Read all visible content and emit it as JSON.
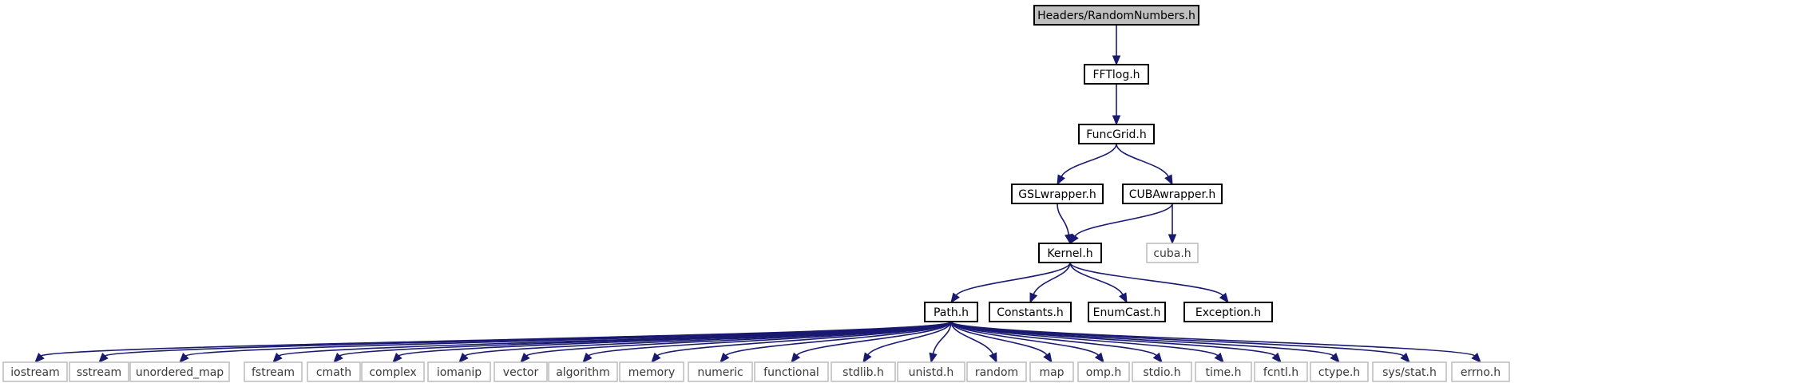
{
  "graph": {
    "root": {
      "id": "root",
      "label": "Headers/RandomNumbers.h"
    },
    "nodes": [
      {
        "id": "fftlog",
        "label": "FFTlog.h"
      },
      {
        "id": "funcgrid",
        "label": "FuncGrid.h"
      },
      {
        "id": "gslwrapper",
        "label": "GSLwrapper.h"
      },
      {
        "id": "cubawrapper",
        "label": "CUBAwrapper.h"
      },
      {
        "id": "cuba",
        "label": "cuba.h",
        "system": true
      },
      {
        "id": "kernel",
        "label": "Kernel.h"
      },
      {
        "id": "path",
        "label": "Path.h"
      },
      {
        "id": "constants",
        "label": "Constants.h"
      },
      {
        "id": "enumcast",
        "label": "EnumCast.h"
      },
      {
        "id": "exception",
        "label": "Exception.h"
      },
      {
        "id": "iostream",
        "label": "iostream",
        "system": true
      },
      {
        "id": "sstream",
        "label": "sstream",
        "system": true
      },
      {
        "id": "unordered_map",
        "label": "unordered_map",
        "system": true
      },
      {
        "id": "fstream",
        "label": "fstream",
        "system": true
      },
      {
        "id": "cmath",
        "label": "cmath",
        "system": true
      },
      {
        "id": "complex",
        "label": "complex",
        "system": true
      },
      {
        "id": "iomanip",
        "label": "iomanip",
        "system": true
      },
      {
        "id": "vector",
        "label": "vector",
        "system": true
      },
      {
        "id": "algorithm",
        "label": "algorithm",
        "system": true
      },
      {
        "id": "memory",
        "label": "memory",
        "system": true
      },
      {
        "id": "numeric",
        "label": "numeric",
        "system": true
      },
      {
        "id": "functional",
        "label": "functional",
        "system": true
      },
      {
        "id": "stdlib",
        "label": "stdlib.h",
        "system": true
      },
      {
        "id": "unistd",
        "label": "unistd.h",
        "system": true
      },
      {
        "id": "random",
        "label": "random",
        "system": true
      },
      {
        "id": "map",
        "label": "map",
        "system": true
      },
      {
        "id": "omp",
        "label": "omp.h",
        "system": true
      },
      {
        "id": "stdio",
        "label": "stdio.h",
        "system": true
      },
      {
        "id": "time",
        "label": "time.h",
        "system": true
      },
      {
        "id": "fcntl",
        "label": "fcntl.h",
        "system": true
      },
      {
        "id": "ctype",
        "label": "ctype.h",
        "system": true
      },
      {
        "id": "sysstat",
        "label": "sys/stat.h",
        "system": true
      },
      {
        "id": "errno",
        "label": "errno.h",
        "system": true
      }
    ],
    "edges": [
      [
        "root",
        "fftlog"
      ],
      [
        "fftlog",
        "funcgrid"
      ],
      [
        "funcgrid",
        "gslwrapper"
      ],
      [
        "funcgrid",
        "cubawrapper"
      ],
      [
        "gslwrapper",
        "kernel"
      ],
      [
        "cubawrapper",
        "kernel"
      ],
      [
        "cubawrapper",
        "cuba"
      ],
      [
        "kernel",
        "path"
      ],
      [
        "kernel",
        "constants"
      ],
      [
        "kernel",
        "enumcast"
      ],
      [
        "kernel",
        "exception"
      ],
      [
        "path",
        "iostream"
      ],
      [
        "path",
        "sstream"
      ],
      [
        "path",
        "unordered_map"
      ],
      [
        "path",
        "fstream"
      ],
      [
        "path",
        "cmath"
      ],
      [
        "path",
        "complex"
      ],
      [
        "path",
        "iomanip"
      ],
      [
        "path",
        "vector"
      ],
      [
        "path",
        "algorithm"
      ],
      [
        "path",
        "memory"
      ],
      [
        "path",
        "numeric"
      ],
      [
        "path",
        "functional"
      ],
      [
        "path",
        "stdlib"
      ],
      [
        "path",
        "unistd"
      ],
      [
        "path",
        "random"
      ],
      [
        "path",
        "map"
      ],
      [
        "path",
        "omp"
      ],
      [
        "path",
        "stdio"
      ],
      [
        "path",
        "time"
      ],
      [
        "path",
        "fcntl"
      ],
      [
        "path",
        "ctype"
      ],
      [
        "path",
        "sysstat"
      ],
      [
        "path",
        "errno"
      ]
    ]
  },
  "colors": {
    "edge": "#191970",
    "root_fill": "#bfbfbf",
    "node_border": "#000000",
    "system_border": "#bfbfbf"
  }
}
